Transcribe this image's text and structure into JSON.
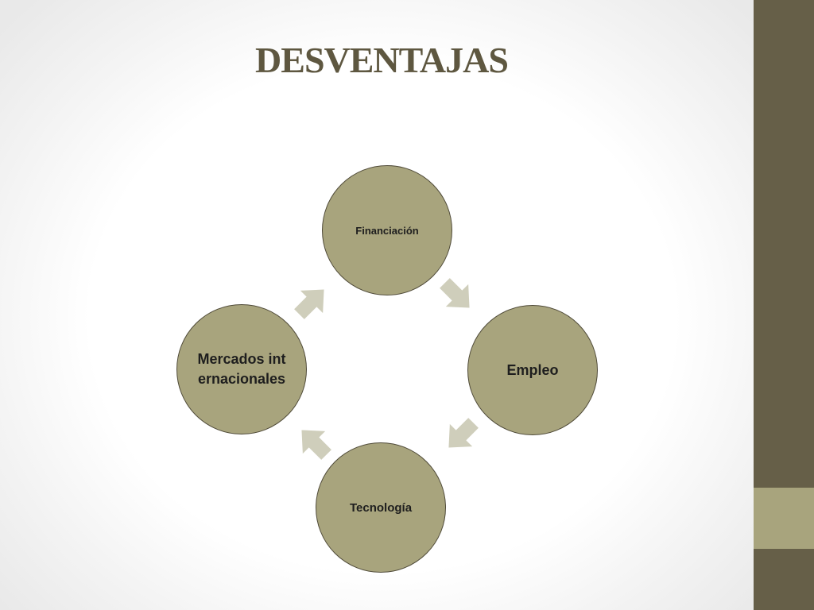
{
  "slide": {
    "title": "DESVENTAJAS"
  },
  "cycle": {
    "nodes": [
      {
        "label": "Financiación"
      },
      {
        "label": "Empleo"
      },
      {
        "label": "Tecnología"
      },
      {
        "label": "Mercados internacionales"
      }
    ],
    "arrow_icon": "chevron-arrow-icon"
  },
  "colors": {
    "node_fill": "#a8a47d",
    "node_border": "#4f4a38",
    "arrow_fill": "#cfcebb",
    "title": "#5e5740",
    "sidebar": "#665f48",
    "sidebar_accent": "#a8a47d"
  }
}
